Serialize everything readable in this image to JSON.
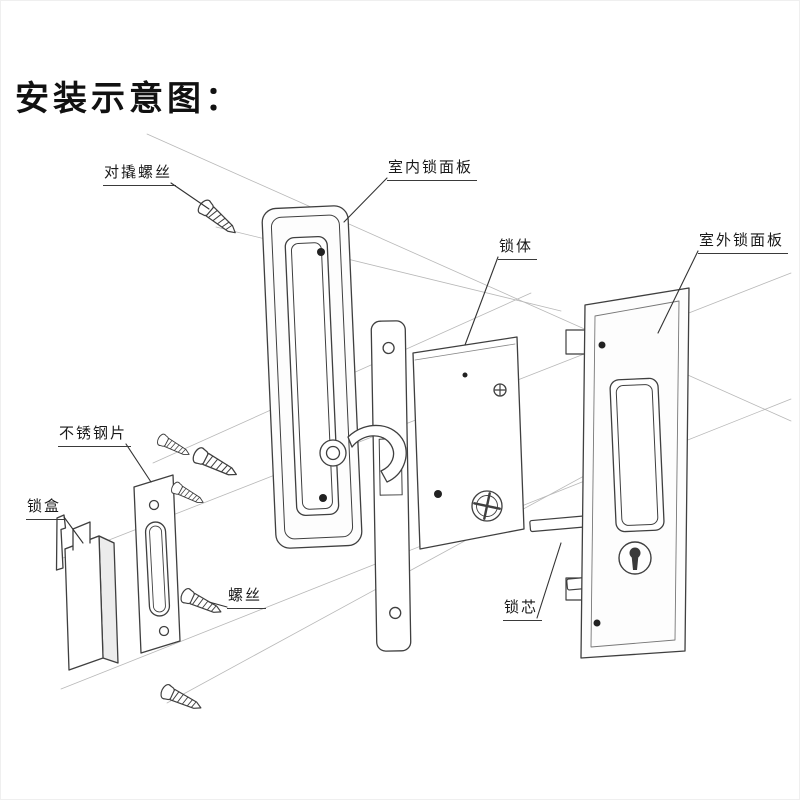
{
  "page": {
    "title": "安装示意图：",
    "background": "#ffffff"
  },
  "labels": {
    "anti_pry_screws": "对撬螺丝",
    "indoor_panel": "室内锁面板",
    "lock_body": "锁体",
    "outdoor_panel": "室外锁面板",
    "steel_plate": "不锈钢片",
    "lock_box": "锁盒",
    "screws": "螺丝",
    "lock_cylinder": "锁芯"
  },
  "colors": {
    "outline": "#3f3f3f",
    "thin_line": "#b0b0b0",
    "leader_line": "#333333",
    "text": "#1a1a1a",
    "fill": "#ffffff",
    "shade": "#ececec"
  }
}
